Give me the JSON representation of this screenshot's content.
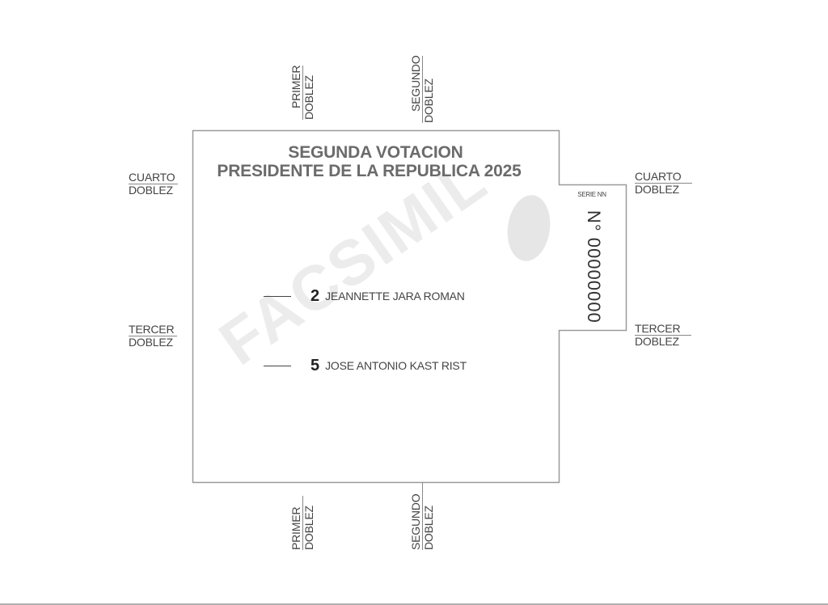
{
  "ballot": {
    "title_line1": "SEGUNDA VOTACION",
    "title_line2": "PRESIDENTE DE LA REPUBLICA 2025",
    "watermark": "FACSIMIL",
    "options": [
      {
        "number": "2",
        "name": "JEANNETTE JARA ROMAN"
      },
      {
        "number": "5",
        "name": "JOSE ANTONIO KAST RIST"
      }
    ],
    "stub": {
      "serie_label": "SERIE NN",
      "serial_number": "N° 00000000"
    }
  },
  "folds": {
    "top": [
      {
        "word1": "PRIMER",
        "word2": "DOBLEZ"
      },
      {
        "word1": "SEGUNDO",
        "word2": "DOBLEZ"
      }
    ],
    "bottom": [
      {
        "word1": "PRIMER",
        "word2": "DOBLEZ"
      },
      {
        "word1": "SEGUNDO",
        "word2": "DOBLEZ"
      }
    ],
    "left": [
      {
        "word1": "CUARTO",
        "word2": "DOBLEZ"
      },
      {
        "word1": "TERCER",
        "word2": "DOBLEZ"
      }
    ],
    "right": [
      {
        "word1": "CUARTO",
        "word2": "DOBLEZ"
      },
      {
        "word1": "TERCER",
        "word2": "DOBLEZ"
      }
    ]
  },
  "colors": {
    "outline": "#9a9a9a",
    "title": "#6b6b6b",
    "watermark": "#ececec",
    "seal": "#e6e6e6"
  }
}
